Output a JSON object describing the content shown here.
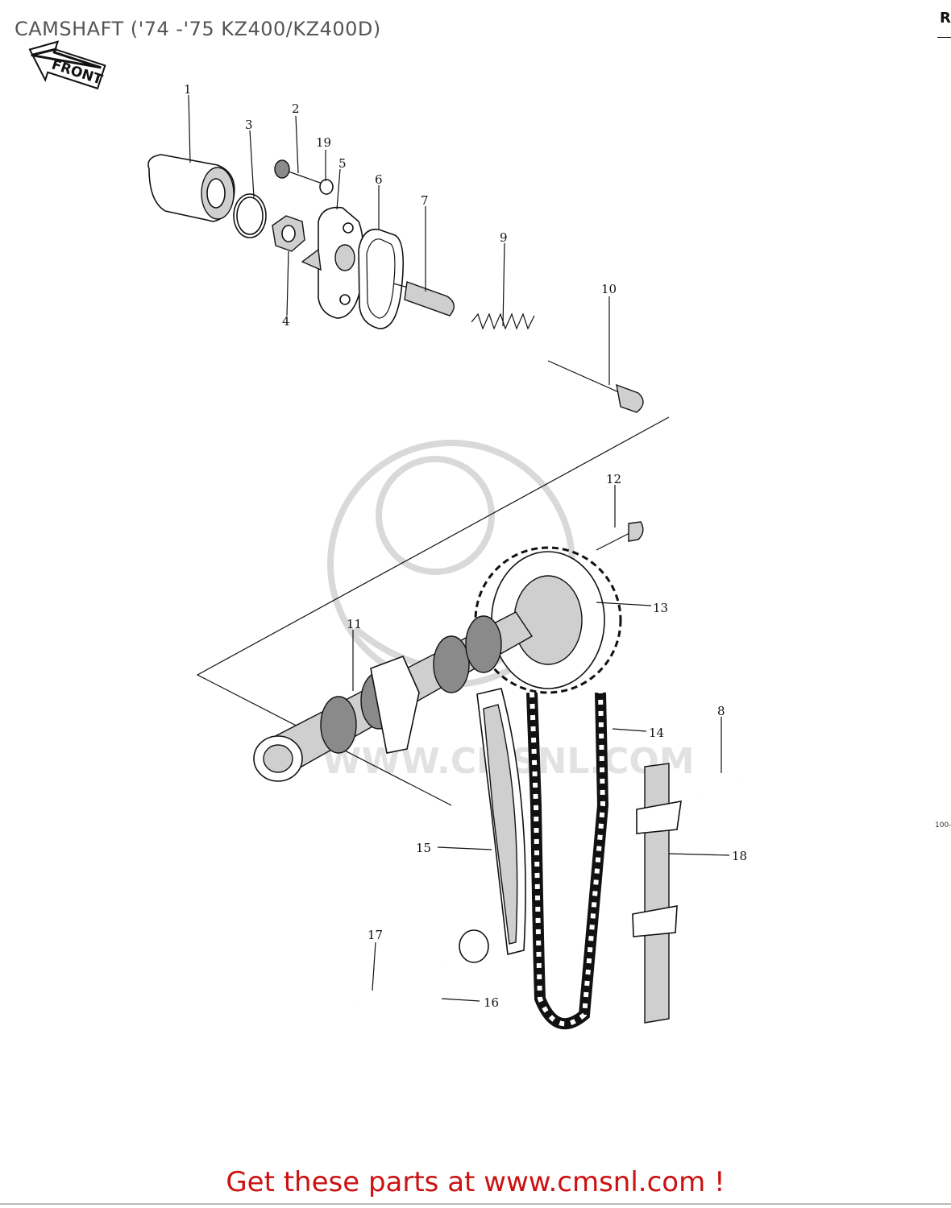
{
  "header": {
    "title": "CAMSHAFT ('74 -'75 KZ400/KZ400D)",
    "corner_letter": "R",
    "side_code": "100-"
  },
  "diagram": {
    "front_arrow_label": "FRONT",
    "watermark_text": "WWW.CMSNL.COM",
    "part_numbers": [
      "1",
      "2",
      "3",
      "4",
      "5",
      "6",
      "7",
      "8",
      "9",
      "10",
      "11",
      "12",
      "13",
      "14",
      "15",
      "16",
      "17",
      "18",
      "19"
    ]
  },
  "footer": {
    "link_text": "Get these parts at www.cmsnl.com !",
    "link_color": "#cc1111"
  }
}
